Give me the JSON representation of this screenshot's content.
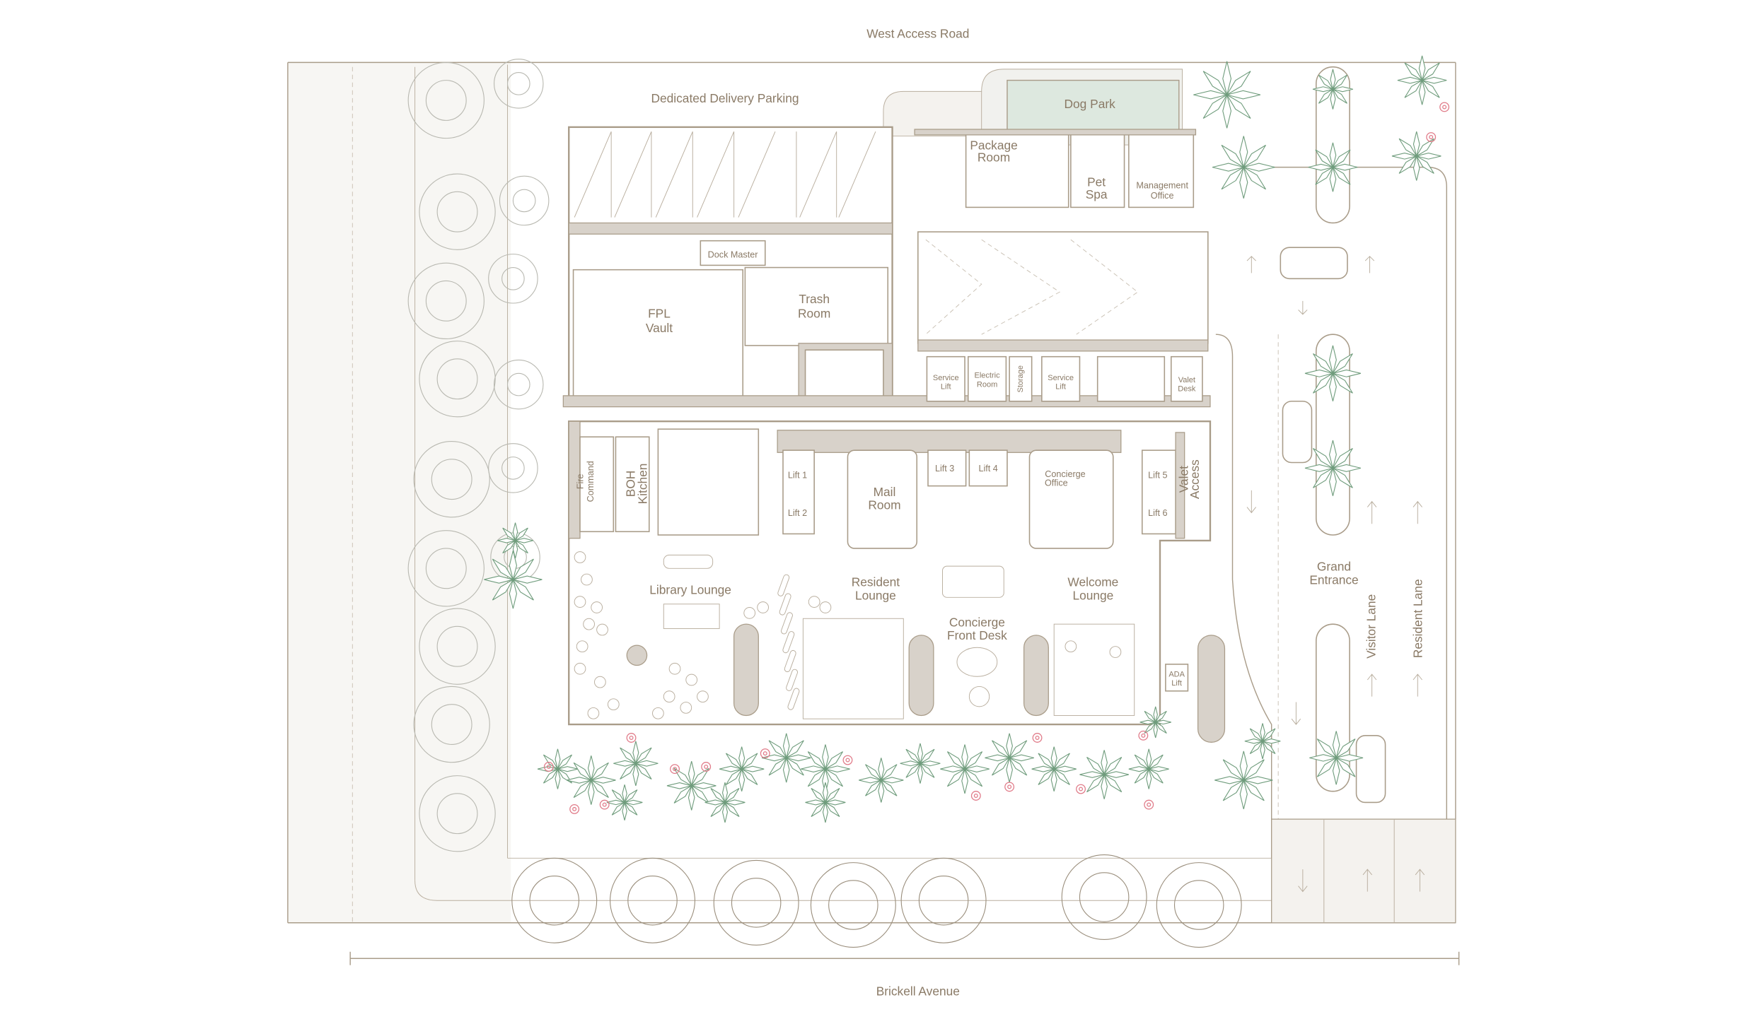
{
  "roads": {
    "north": "West Access Road",
    "south": "Brickell Avenue"
  },
  "areas": {
    "delivery_parking": "Dedicated Delivery Parking",
    "dog_park": "Dog Park",
    "package_room": [
      "Package",
      "Room"
    ],
    "pet_spa": [
      "Pet",
      "Spa"
    ],
    "management_office": [
      "Management",
      "Office"
    ],
    "dock_master": "Dock Master",
    "fpl_vault": [
      "FPL",
      "Vault"
    ],
    "trash_room": [
      "Trash",
      "Room"
    ],
    "service_lift_1": [
      "Service",
      "Lift"
    ],
    "electric_room": [
      "Electric",
      "Room"
    ],
    "storage": "Storage",
    "service_lift_2": [
      "Service",
      "Lift"
    ],
    "valet_desk": [
      "Valet",
      "Desk"
    ],
    "fire_command": [
      "Fire",
      "Command"
    ],
    "boh_kitchen": [
      "BOH",
      "Kitchen"
    ],
    "lift_1": "Lift 1",
    "lift_2": "Lift 2",
    "mail_room": [
      "Mail",
      "Room"
    ],
    "lift_3": "Lift 3",
    "lift_4": "Lift 4",
    "concierge_office": [
      "Concierge",
      "Office"
    ],
    "lift_5": "Lift 5",
    "lift_6": "Lift 6",
    "valet_access": [
      "Valet",
      "Access"
    ],
    "library_lounge": "Library Lounge",
    "resident_lounge": [
      "Resident",
      "Lounge"
    ],
    "welcome_lounge": [
      "Welcome",
      "Lounge"
    ],
    "concierge_front_desk": [
      "Concierge",
      "Front Desk"
    ],
    "ada_lift": [
      "ADA",
      "Lift"
    ],
    "grand_entrance": [
      "Grand",
      "Entrance"
    ],
    "visitor_lane": "Visitor Lane",
    "resident_lane": "Resident Lane"
  },
  "colors": {
    "line": "#a99c89",
    "wall": "#d8d2ca",
    "text": "#8a7a66",
    "plant": "#6f9c7c",
    "dog_park": "#dde8df",
    "flower": "#e07a88"
  }
}
